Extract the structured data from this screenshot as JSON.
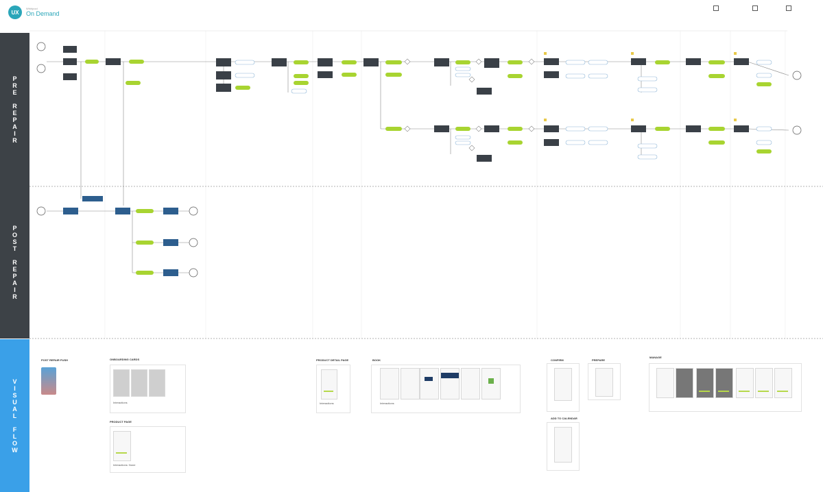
{
  "header": {
    "logo_text": "UX",
    "brand_sub": "Whirlpool",
    "title": "On Demand"
  },
  "lanes": [
    {
      "label": "PRE REPAIR",
      "color": "#3d4247"
    },
    {
      "label": "POST REPAIR",
      "color": "#3d4247"
    },
    {
      "label": "VISUAL FLOW",
      "color": "#3aa0e8"
    }
  ],
  "visual_flow": {
    "post_repair_push": "POST REPAIR PUSH",
    "onboarding_cards": "ONBOARDING CARDS",
    "product_page": "PRODUCT PAGE",
    "product_detail_page": "PRODUCT DETAIL PAGE",
    "book": "BOOK",
    "confirm": "CONFIRM",
    "prepare": "PREPARE",
    "manage": "MANAGE",
    "add_to_calendar": "ADD TO CALENDAR",
    "interactions_label": "Interactions",
    "product_page_interactions": "Interactions: None"
  },
  "colors": {
    "node_dark": "#3a4047",
    "node_blue": "#2d5e8e",
    "green": "#a8d431",
    "lane_dark": "#3d4247",
    "lane_blue": "#3aa0e8"
  }
}
